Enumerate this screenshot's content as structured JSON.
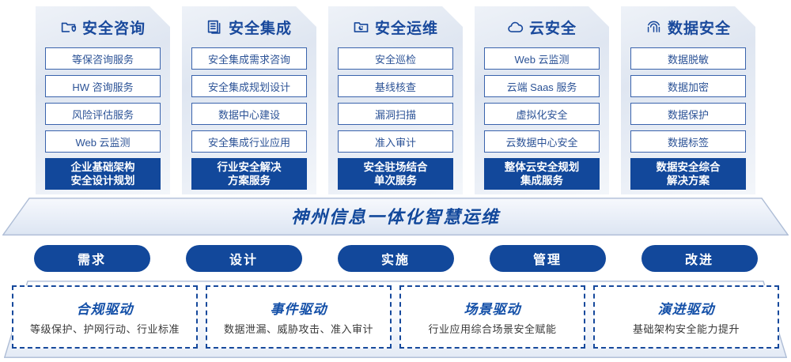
{
  "theme": {
    "primary_blue": "#12489b",
    "accent_blue": "#1450a8",
    "item_border": "#3a63ac",
    "item_text": "#2b5296",
    "card_bg_light": "#eef2f8",
    "card_bg_dark": "#dfe6f1",
    "white": "#ffffff",
    "driver_sub_text": "#3a3a3a"
  },
  "cards": [
    {
      "icon": "folder-shield-icon",
      "title": "安全咨询",
      "items": [
        "等保咨询服务",
        "HW 咨询服务",
        "风险评估服务",
        "Web 云监测"
      ],
      "highlight": [
        "企业基础架构",
        "安全设计规划"
      ]
    },
    {
      "icon": "documents-copy-icon",
      "title": "安全集成",
      "items": [
        "安全集成需求咨询",
        "安全集成规划设计",
        "数据中心建设",
        "安全集成行业应用"
      ],
      "highlight": [
        "行业安全解决",
        "方案服务"
      ]
    },
    {
      "icon": "folder-chart-icon",
      "title": "安全运维",
      "items": [
        "安全巡检",
        "基线核查",
        "漏洞扫描",
        "准入审计"
      ],
      "highlight": [
        "安全驻场结合",
        "单次服务"
      ]
    },
    {
      "icon": "cloud-icon",
      "title": "云安全",
      "items": [
        "Web 云监测",
        "云端 Saas 服务",
        "虚拟化安全",
        "云数据中心安全"
      ],
      "highlight": [
        "整体云安全规划",
        "集成服务"
      ]
    },
    {
      "icon": "fingerprint-icon",
      "title": "数据安全",
      "items": [
        "数据脱敏",
        "数据加密",
        "数据保护",
        "数据标签"
      ],
      "highlight": [
        "数据安全综合",
        "解决方案"
      ]
    }
  ],
  "banner": {
    "title": "神州信息一体化智慧运维"
  },
  "pills": [
    {
      "label": "需求"
    },
    {
      "label": "设计"
    },
    {
      "label": "实施"
    },
    {
      "label": "管理"
    },
    {
      "label": "改进"
    }
  ],
  "drivers": [
    {
      "title": "合规驱动",
      "subtitle": "等级保护、护网行动、行业标准"
    },
    {
      "title": "事件驱动",
      "subtitle": "数据泄漏、威胁攻击、准入审计"
    },
    {
      "title": "场景驱动",
      "subtitle": "行业应用综合场景安全赋能"
    },
    {
      "title": "演进驱动",
      "subtitle": "基础架构安全能力提升"
    }
  ]
}
